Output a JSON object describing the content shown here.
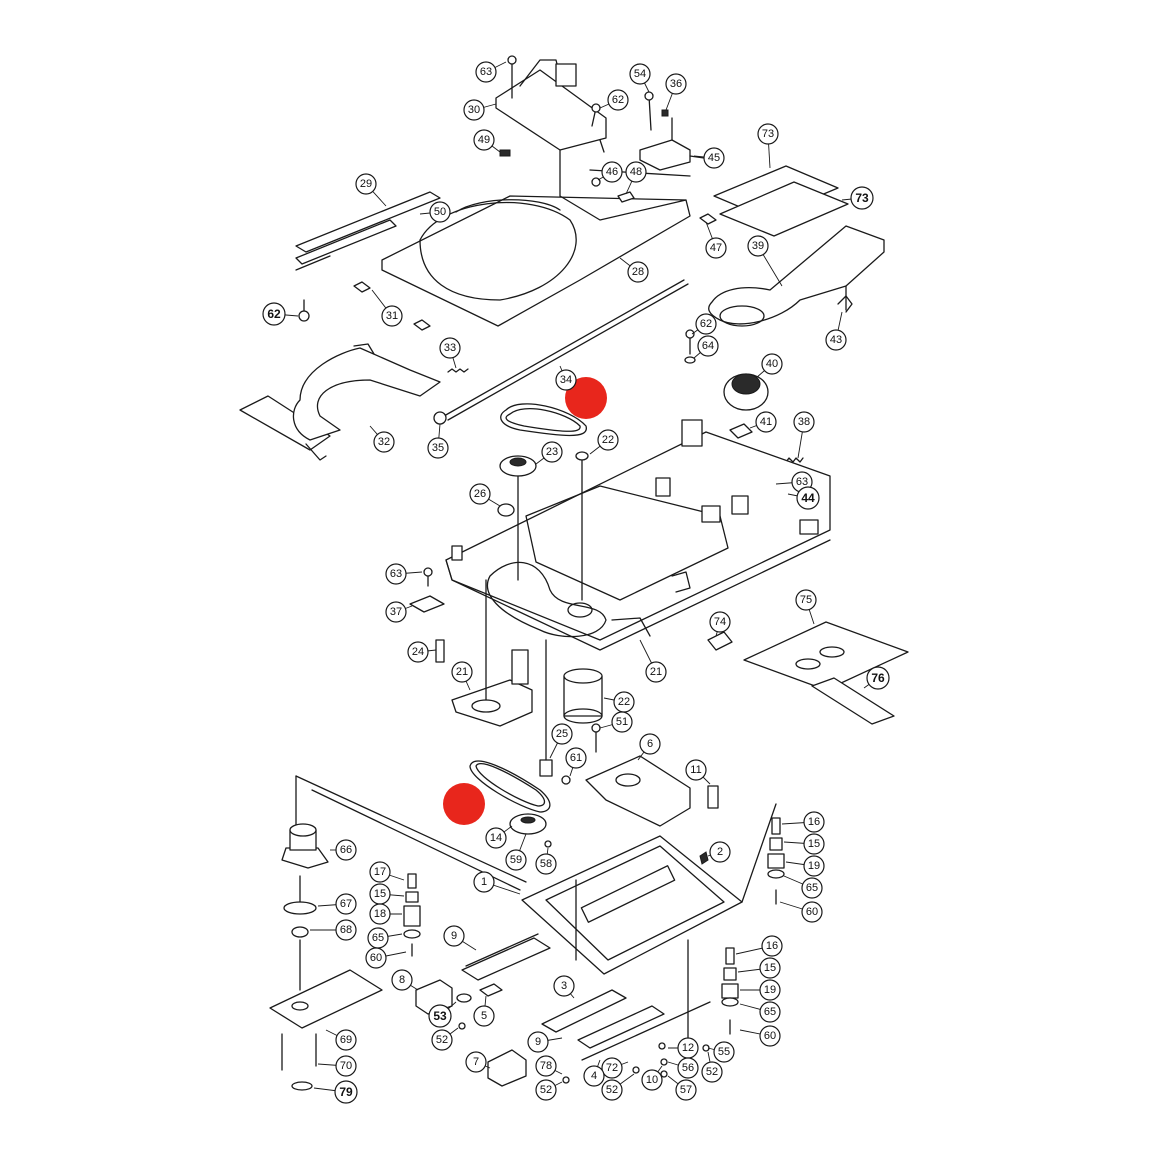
{
  "marker_color": "#e8261c",
  "callouts": [
    {
      "id": "63a",
      "label": "63",
      "bold": false
    },
    {
      "id": "30",
      "label": "30",
      "bold": false
    },
    {
      "id": "54",
      "label": "54",
      "bold": false
    },
    {
      "id": "36",
      "label": "36",
      "bold": false
    },
    {
      "id": "62a",
      "label": "62",
      "bold": false
    },
    {
      "id": "73a",
      "label": "73",
      "bold": false
    },
    {
      "id": "49",
      "label": "49",
      "bold": false
    },
    {
      "id": "45",
      "label": "45",
      "bold": false
    },
    {
      "id": "46",
      "label": "46",
      "bold": false
    },
    {
      "id": "48",
      "label": "48",
      "bold": false
    },
    {
      "id": "29",
      "label": "29",
      "bold": false
    },
    {
      "id": "73b",
      "label": "73",
      "bold": true
    },
    {
      "id": "50",
      "label": "50",
      "bold": false
    },
    {
      "id": "47",
      "label": "47",
      "bold": false
    },
    {
      "id": "39",
      "label": "39",
      "bold": false
    },
    {
      "id": "28",
      "label": "28",
      "bold": false
    },
    {
      "id": "62b",
      "label": "62",
      "bold": true
    },
    {
      "id": "31",
      "label": "31",
      "bold": false
    },
    {
      "id": "62c",
      "label": "62",
      "bold": false
    },
    {
      "id": "43",
      "label": "43",
      "bold": false
    },
    {
      "id": "64",
      "label": "64",
      "bold": false
    },
    {
      "id": "33",
      "label": "33",
      "bold": false
    },
    {
      "id": "40",
      "label": "40",
      "bold": false
    },
    {
      "id": "34",
      "label": "34",
      "bold": false
    },
    {
      "id": "41",
      "label": "41",
      "bold": false
    },
    {
      "id": "38",
      "label": "38",
      "bold": false
    },
    {
      "id": "32",
      "label": "32",
      "bold": false
    },
    {
      "id": "35",
      "label": "35",
      "bold": false
    },
    {
      "id": "22a",
      "label": "22",
      "bold": false
    },
    {
      "id": "23",
      "label": "23",
      "bold": false
    },
    {
      "id": "63b",
      "label": "63",
      "bold": false
    },
    {
      "id": "44",
      "label": "44",
      "bold": true
    },
    {
      "id": "26",
      "label": "26",
      "bold": false
    },
    {
      "id": "63c",
      "label": "63",
      "bold": false
    },
    {
      "id": "37",
      "label": "37",
      "bold": false
    },
    {
      "id": "75",
      "label": "75",
      "bold": false
    },
    {
      "id": "74",
      "label": "74",
      "bold": false
    },
    {
      "id": "24",
      "label": "24",
      "bold": false
    },
    {
      "id": "21a",
      "label": "21",
      "bold": false
    },
    {
      "id": "21b",
      "label": "21",
      "bold": false
    },
    {
      "id": "76",
      "label": "76",
      "bold": true
    },
    {
      "id": "22b",
      "label": "22",
      "bold": false
    },
    {
      "id": "51",
      "label": "51",
      "bold": false
    },
    {
      "id": "25",
      "label": "25",
      "bold": false
    },
    {
      "id": "6",
      "label": "6",
      "bold": false
    },
    {
      "id": "61",
      "label": "61",
      "bold": false
    },
    {
      "id": "11",
      "label": "11",
      "bold": false
    },
    {
      "id": "16a",
      "label": "16",
      "bold": false
    },
    {
      "id": "14",
      "label": "14",
      "bold": false
    },
    {
      "id": "15a",
      "label": "15",
      "bold": false
    },
    {
      "id": "66",
      "label": "66",
      "bold": false
    },
    {
      "id": "59",
      "label": "59",
      "bold": false
    },
    {
      "id": "58",
      "label": "58",
      "bold": false
    },
    {
      "id": "2",
      "label": "2",
      "bold": false
    },
    {
      "id": "19a",
      "label": "19",
      "bold": false
    },
    {
      "id": "17",
      "label": "17",
      "bold": false
    },
    {
      "id": "1",
      "label": "1",
      "bold": false
    },
    {
      "id": "65a",
      "label": "65",
      "bold": false
    },
    {
      "id": "15b",
      "label": "15",
      "bold": false
    },
    {
      "id": "60a",
      "label": "60",
      "bold": false
    },
    {
      "id": "67",
      "label": "67",
      "bold": false
    },
    {
      "id": "18",
      "label": "18",
      "bold": false
    },
    {
      "id": "68",
      "label": "68",
      "bold": false
    },
    {
      "id": "65b",
      "label": "65",
      "bold": false
    },
    {
      "id": "9a",
      "label": "9",
      "bold": false
    },
    {
      "id": "16b",
      "label": "16",
      "bold": false
    },
    {
      "id": "60b",
      "label": "60",
      "bold": false
    },
    {
      "id": "15c",
      "label": "15",
      "bold": false
    },
    {
      "id": "8",
      "label": "8",
      "bold": false
    },
    {
      "id": "19b",
      "label": "19",
      "bold": false
    },
    {
      "id": "3",
      "label": "3",
      "bold": false
    },
    {
      "id": "53",
      "label": "53",
      "bold": true
    },
    {
      "id": "5",
      "label": "5",
      "bold": false
    },
    {
      "id": "65c",
      "label": "65",
      "bold": false
    },
    {
      "id": "69",
      "label": "69",
      "bold": false
    },
    {
      "id": "52a",
      "label": "52",
      "bold": false
    },
    {
      "id": "60c",
      "label": "60",
      "bold": false
    },
    {
      "id": "9b",
      "label": "9",
      "bold": false
    },
    {
      "id": "12",
      "label": "12",
      "bold": false
    },
    {
      "id": "55",
      "label": "55",
      "bold": false
    },
    {
      "id": "70",
      "label": "70",
      "bold": false
    },
    {
      "id": "7",
      "label": "7",
      "bold": false
    },
    {
      "id": "78",
      "label": "78",
      "bold": false
    },
    {
      "id": "72",
      "label": "72",
      "bold": false
    },
    {
      "id": "56",
      "label": "56",
      "bold": false
    },
    {
      "id": "52b",
      "label": "52",
      "bold": false
    },
    {
      "id": "4",
      "label": "4",
      "bold": false
    },
    {
      "id": "10",
      "label": "10",
      "bold": false
    },
    {
      "id": "52c",
      "label": "52",
      "bold": false
    },
    {
      "id": "79",
      "label": "79",
      "bold": true
    },
    {
      "id": "52d",
      "label": "52",
      "bold": false
    },
    {
      "id": "57",
      "label": "57",
      "bold": false
    }
  ]
}
